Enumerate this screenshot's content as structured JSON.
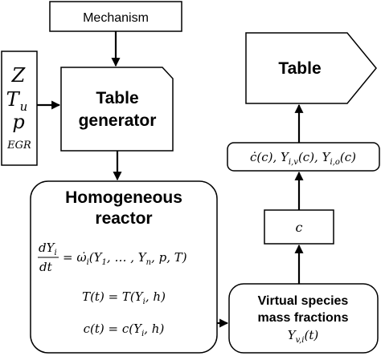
{
  "nodes": {
    "mechanism": {
      "label": "Mechanism"
    },
    "inputs": {
      "z": "Z",
      "tu": "T",
      "tu_sub": "u",
      "p": "p",
      "egr": "EGR"
    },
    "table_generator": {
      "line1": "Table",
      "line2": "generator"
    },
    "homogeneous_reactor": {
      "line1": "Homogeneous",
      "line2": "reactor",
      "eq1_numerator": "dY",
      "eq1_numerator_sub": "i",
      "eq1_denominator": "dt",
      "eq1_rhs": "= ω̇",
      "eq1_rhs_sub": "i",
      "eq1_rhs_args_a": "(Y",
      "eq1_rhs_args_a_sub": "1",
      "eq1_rhs_args_b": ", … , Y",
      "eq1_rhs_args_b_sub": "n",
      "eq1_rhs_args_c": ", p, T)",
      "eq2": "T(t) = T(Y",
      "eq2_sub": "i",
      "eq2_tail": ", h)",
      "eq3": "c(t) = c(Y",
      "eq3_sub": "i",
      "eq3_tail": ", h)"
    },
    "virtual_species": {
      "line1": "Virtual species",
      "line2": "mass fractions",
      "formula": "Y",
      "formula_sub": "v,i",
      "formula_tail": "(t)"
    },
    "progress_variable": {
      "label": "c"
    },
    "table_entries": {
      "a": "ċ(c), Y",
      "a_sub": "i,v",
      "b": "(c), Y",
      "b_sub": "i,o",
      "c": "(c)"
    },
    "table": {
      "label": "Table"
    }
  }
}
